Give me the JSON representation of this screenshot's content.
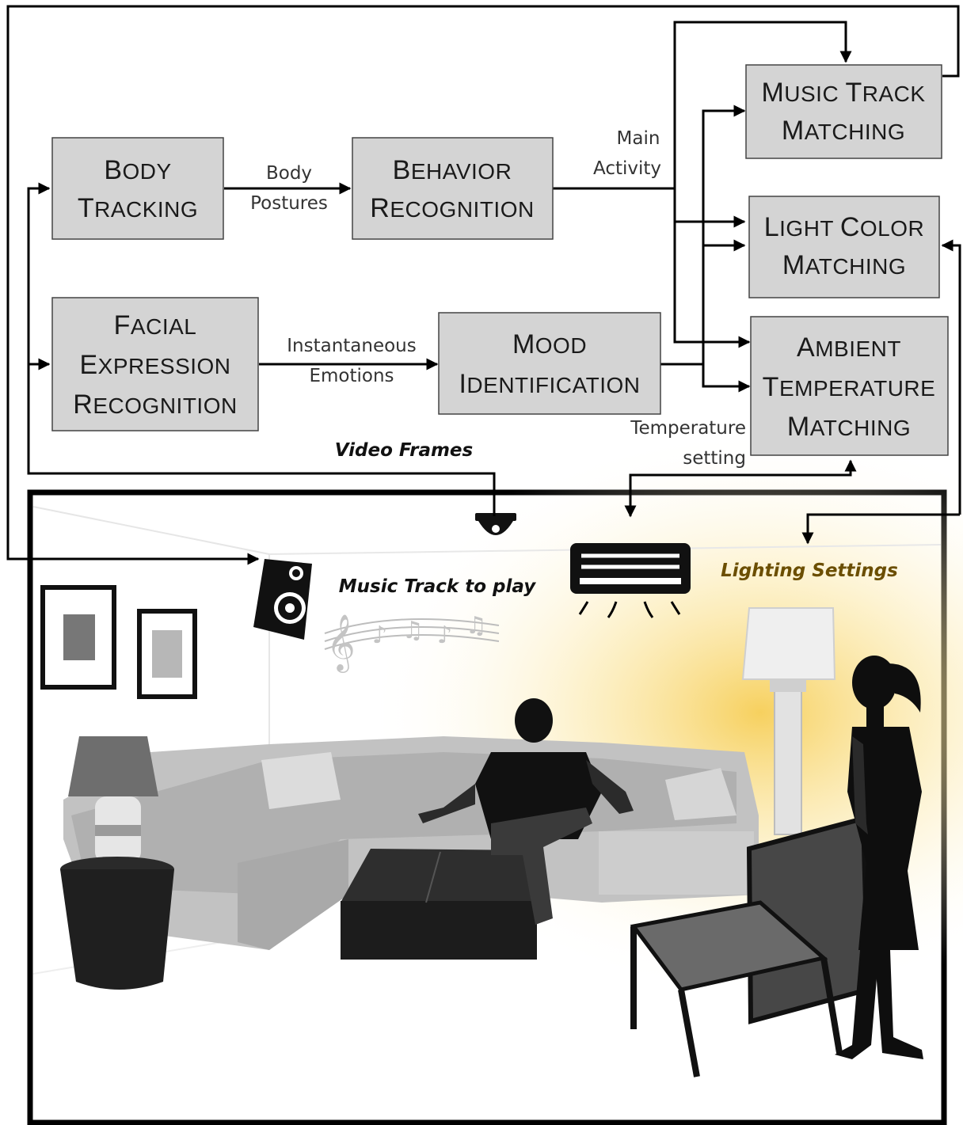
{
  "boxes": {
    "body_tracking": {
      "line1": "Body",
      "line2": "Tracking"
    },
    "behavior_recognition": {
      "line1": "Behavior",
      "line2": "Recognition"
    },
    "facial_expression": {
      "line1": "Facial",
      "line2": "Expression",
      "line3": "Recognition"
    },
    "mood_identification": {
      "line1": "Mood",
      "line2": "Identification"
    },
    "music_track_matching": {
      "line1": "Music Track",
      "line2": "Matching"
    },
    "light_color_matching": {
      "line1": "Light Color",
      "line2": "Matching"
    },
    "ambient_temperature_matching": {
      "line1": "Ambient",
      "line2": "Temperature",
      "line3": "Matching"
    }
  },
  "edge_labels": {
    "body_postures": {
      "line1": "Body",
      "line2": "Postures"
    },
    "main_activity": {
      "line1": "Main",
      "line2": "Activity"
    },
    "instantaneous_emotions": {
      "line1": "Instantaneous",
      "line2": "Emotions"
    },
    "temperature_setting": {
      "line1": "Temperature",
      "line2": "setting"
    }
  },
  "scene_labels": {
    "video_frames": "Video Frames",
    "music_track_to_play": "Music Track to play",
    "lighting_settings": "Lighting Settings"
  },
  "colors": {
    "box_fill": "#d4d4d4",
    "lamp_glow": "#f7d35a",
    "silhouette": "#111111",
    "sofa": "#bdbdbd"
  }
}
